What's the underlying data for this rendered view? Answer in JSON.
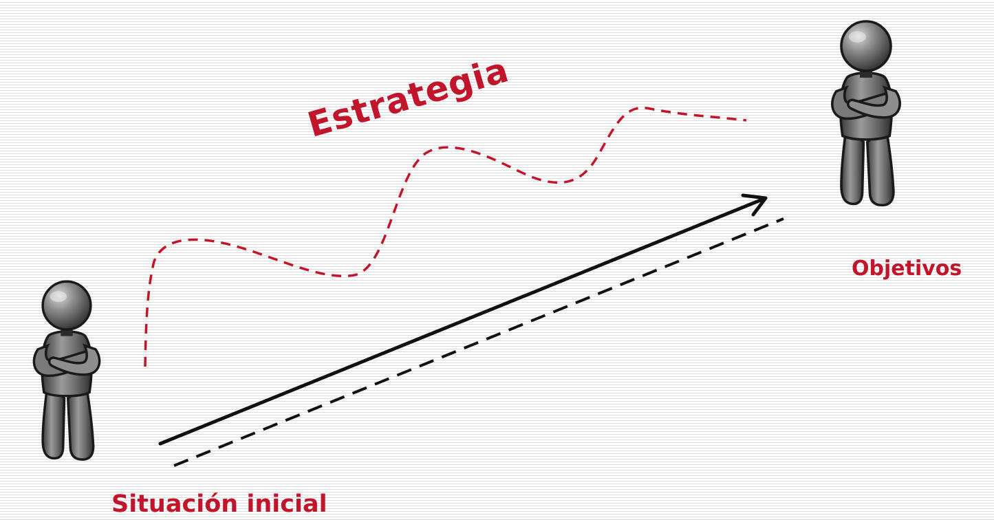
{
  "diagram": {
    "strategy_label": "Estrategia",
    "objectives_label": "Objetivos",
    "initial_label": "Situación inicial",
    "figures": {
      "start": "person-figure-icon",
      "goal": "person-figure-icon"
    }
  },
  "colors": {
    "accent": "#c0152b",
    "arrow": "#111111",
    "figure_body": "#6b6b6b",
    "figure_shadow": "#2a2a2a"
  }
}
